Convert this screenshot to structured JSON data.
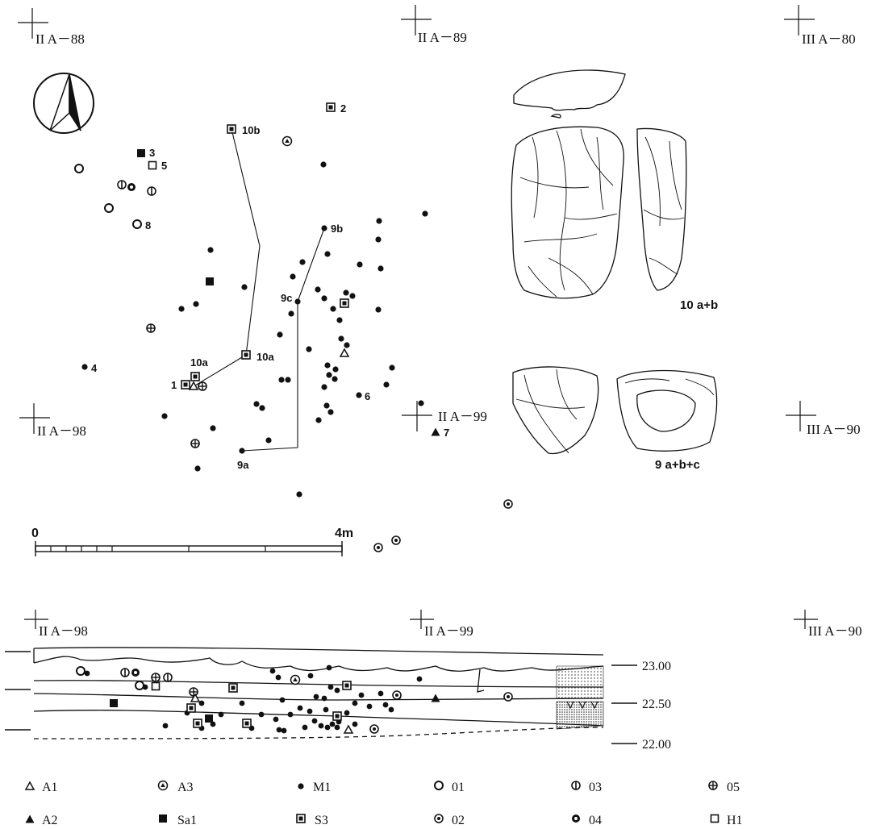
{
  "grid_labels": {
    "g88": "II A－88",
    "g89": "II A－89",
    "g80": "III A－80",
    "g98": "II A－98",
    "g99": "II A－99",
    "g90": "III A－90",
    "s98": "II A－98",
    "s99": "II A－99",
    "s90": "III A－90"
  },
  "plan_numbers": {
    "n1": "1",
    "n2": "2",
    "n3": "3",
    "n4": "4",
    "n5": "5",
    "n6": "6",
    "n7": "7",
    "n8": "8",
    "n9a": "9a",
    "n9b": "9b",
    "n9c": "9c",
    "n10a_1": "10a",
    "n10a_2": "10a",
    "n10b": "10b"
  },
  "scale": {
    "start": "0",
    "end": "4m"
  },
  "artifact_captions": {
    "c10": "10 a+b",
    "c9": "9 a+b+c"
  },
  "elevations": {
    "e1": "23.00",
    "e2": "22.50",
    "e3": "22.00"
  },
  "legend": {
    "A1": "A1",
    "A3": "A3",
    "M1": "M1",
    "o01": "01",
    "o03": "03",
    "o05": "05",
    "A2": "A2",
    "Sa1": "Sa1",
    "S3": "S3",
    "o02": "02",
    "o04": "04",
    "H1": "H1"
  }
}
